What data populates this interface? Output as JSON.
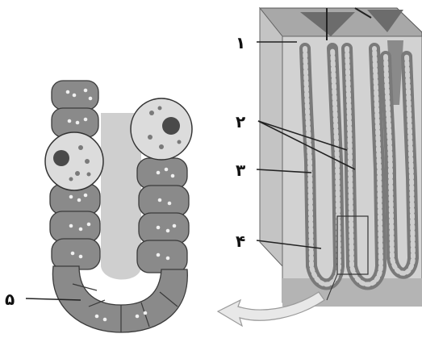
{
  "labels": {
    "l1": "۱",
    "l2": "۲",
    "l3": "۳",
    "l4": "۴",
    "l5": "۵"
  }
}
